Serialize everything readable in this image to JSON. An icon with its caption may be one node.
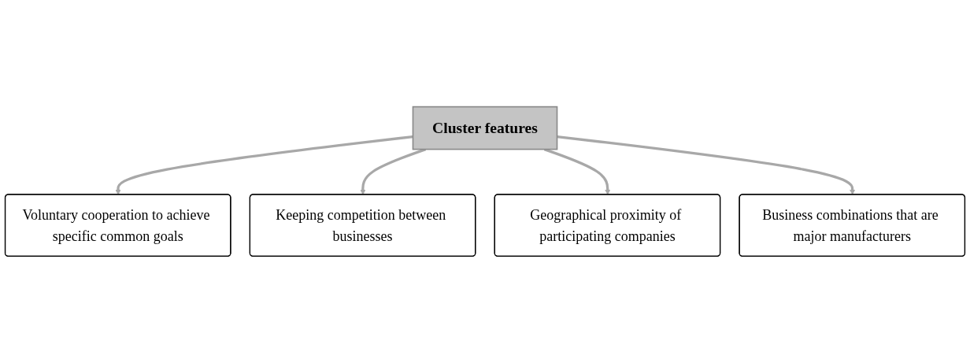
{
  "diagram": {
    "nodes": [
      {
        "text": [
          "Cluster features"
        ]
      },
      {
        "text": [
          "Voluntary cooperation to achieve specific common goals"
        ]
      },
      {
        "text": [
          "Keeping competition between businesses"
        ]
      },
      {
        "text": [
          "Geographical proximity of participating companies"
        ]
      },
      {
        "text": [
          "Business combinations that are major manufacturers"
        ]
      }
    ],
    "edges": [
      {
        "from": 0,
        "to": 1,
        "arrow": "to"
      },
      {
        "from": 0,
        "to": 2,
        "arrow": "to"
      },
      {
        "from": 0,
        "to": 3,
        "arrow": "to"
      },
      {
        "from": 0,
        "to": 4,
        "arrow": "to"
      }
    ]
  }
}
